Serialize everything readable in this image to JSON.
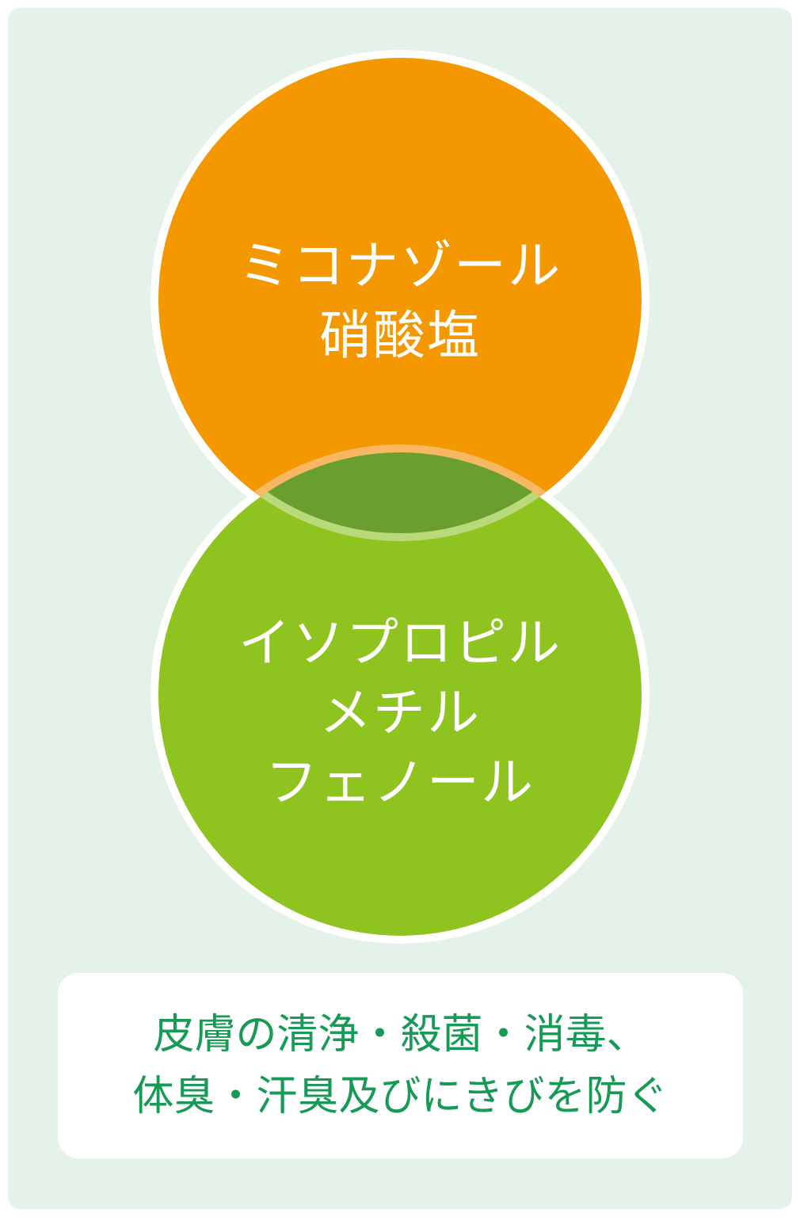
{
  "colors": {
    "background": "#e4f2ea",
    "orange": "#f39800",
    "green": "#8fc31f",
    "overlap": "#6a9f2f",
    "ring": "#ffffff",
    "note_text": "#169a55"
  },
  "venn": {
    "top_circle": {
      "lines": [
        "ミコナゾール",
        "硝酸塩"
      ]
    },
    "bottom_circle": {
      "lines": [
        "イソプロピル",
        "メチル",
        "フェノール"
      ]
    }
  },
  "note": {
    "lines": [
      "皮膚の清浄・殺菌・消毒、",
      "体臭・汗臭及びにきびを防ぐ"
    ]
  }
}
